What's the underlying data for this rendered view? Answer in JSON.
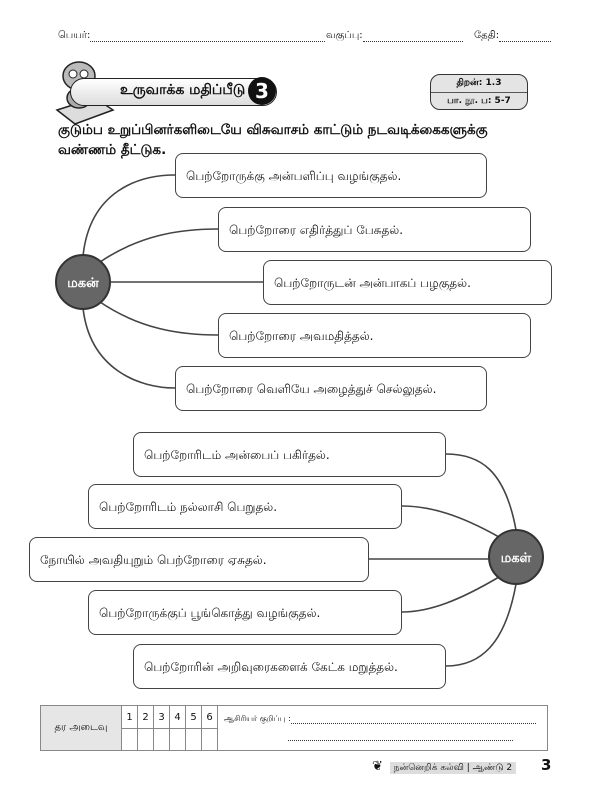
{
  "header": {
    "name_label": "பெயர்:",
    "class_label": "வகுப்பு:",
    "date_label": "தேதி:"
  },
  "banner": {
    "title": "உருவாக்க மதிப்பீடு",
    "number": "3"
  },
  "skill": {
    "skill_label": "திறன்: 1.3",
    "page_label": "பா. நூ. ப: 5-7"
  },
  "instruction": "குடும்ப உறுப்பினர்களிடையே விசுவாசம் காட்டும் நடவடிக்கைகளுக்கு வண்ணம் தீட்டுக.",
  "son": {
    "label": "மகன்",
    "items": [
      "பெற்றோருக்கு அன்பளிப்பு வழங்குதல்.",
      "பெற்றோரை எதிர்த்துப் பேசுதல்.",
      "பெற்றோருடன் அன்பாகப் பழகுதல்.",
      "பெற்றோரை அவமதித்தல்.",
      "பெற்றோரை வெளியே அழைத்துச் செல்லுதல்."
    ]
  },
  "daughter": {
    "label": "மகள்",
    "items": [
      "பெற்றோரிடம் அன்பைப் பகிர்தல்.",
      "பெற்றோரிடம் நல்லாசி பெறுதல்.",
      "நோயில் அவதியுறும் பெற்றோரை ஏசுதல்.",
      "பெற்றோருக்குப் பூங்கொத்து வழங்குதல்.",
      "பெற்றோரின் அறிவுரைகளைக் கேட்க மறுத்தல்."
    ]
  },
  "grade_table": {
    "label": "தர அடைவு",
    "levels": [
      "1",
      "2",
      "3",
      "4",
      "5",
      "6"
    ],
    "note_label": "ஆசிரியர் குறிப்பு :"
  },
  "footer": {
    "subject": "நன்னெறிக் கல்வி",
    "year": "ஆண்டு 2",
    "page_number": "3"
  }
}
